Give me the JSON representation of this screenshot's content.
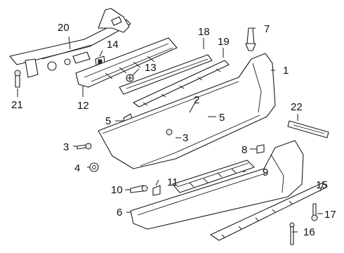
{
  "callouts": [
    {
      "id": "c1",
      "label": "1"
    },
    {
      "id": "c2",
      "label": "2"
    },
    {
      "id": "c3a",
      "label": "3"
    },
    {
      "id": "c3b",
      "label": "3"
    },
    {
      "id": "c4",
      "label": "4"
    },
    {
      "id": "c5a",
      "label": "5"
    },
    {
      "id": "c5b",
      "label": "5"
    },
    {
      "id": "c6",
      "label": "6"
    },
    {
      "id": "c7",
      "label": "7"
    },
    {
      "id": "c8",
      "label": "8"
    },
    {
      "id": "c9",
      "label": "9"
    },
    {
      "id": "c10",
      "label": "10"
    },
    {
      "id": "c11",
      "label": "11"
    },
    {
      "id": "c12",
      "label": "12"
    },
    {
      "id": "c13",
      "label": "13"
    },
    {
      "id": "c14",
      "label": "14"
    },
    {
      "id": "c15",
      "label": "15"
    },
    {
      "id": "c16",
      "label": "16"
    },
    {
      "id": "c17",
      "label": "17"
    },
    {
      "id": "c18",
      "label": "18"
    },
    {
      "id": "c19",
      "label": "19"
    },
    {
      "id": "c20",
      "label": "20"
    },
    {
      "id": "c21",
      "label": "21"
    },
    {
      "id": "c22",
      "label": "22"
    }
  ]
}
